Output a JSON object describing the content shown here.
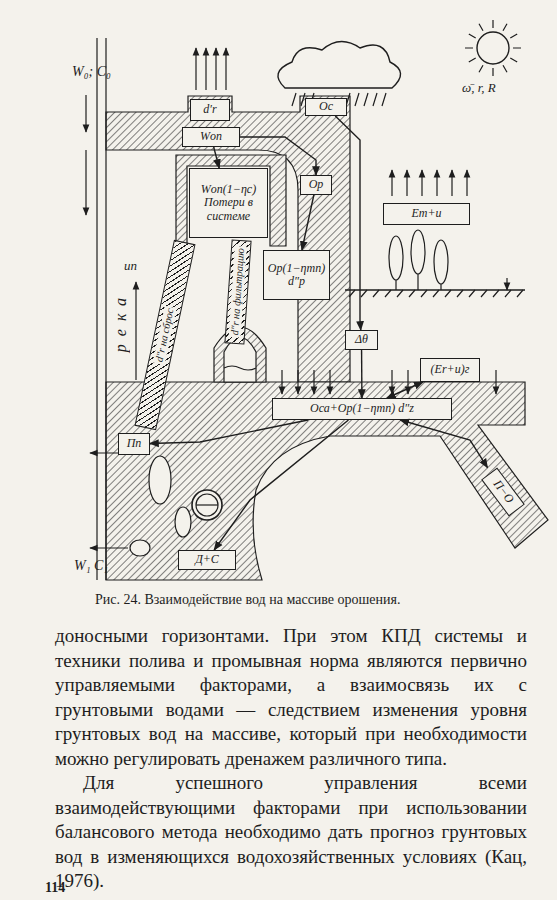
{
  "diagram": {
    "caption": "Рис. 24. Взаимодействие вод на массиве орошения.",
    "nodes": [
      {
        "text": [
          "d′r"
        ]
      },
      {
        "text": [
          "Oс"
        ]
      },
      {
        "text": [
          "Wоп"
        ]
      },
      {
        "text": [
          "Wоп(1−ηс)",
          "Потери в системе"
        ]
      },
      {
        "text": [
          "Oр"
        ]
      },
      {
        "text": [
          "Em+u"
        ]
      },
      {
        "text": [
          "d″r на сброс"
        ]
      },
      {
        "text": [
          "d″r на фильтрацию"
        ]
      },
      {
        "text": [
          "Oр(1−ηтп) d″р"
        ]
      },
      {
        "text": [
          "Δθ"
        ]
      },
      {
        "text": [
          "(Er+u)г"
        ]
      },
      {
        "text": [
          "Oса+Oр(1−ηтп) d″z"
        ]
      },
      {
        "text": [
          "Пп"
        ]
      },
      {
        "text": [
          "П−О"
        ]
      },
      {
        "text": [
          "Д+С"
        ]
      }
    ],
    "edges": [
      {
        "from": 2,
        "to": 3,
        "arrow": "to"
      },
      {
        "from": 2,
        "to": 4,
        "arrow": "to"
      },
      {
        "from": 4,
        "to": 8,
        "arrow": "to"
      },
      {
        "from": 1,
        "to": 9,
        "arrow": "to"
      },
      {
        "from": 9,
        "to": 11,
        "arrow": "to"
      },
      {
        "from": 10,
        "to": 11,
        "arrow": "both"
      },
      {
        "from": 11,
        "to": 12,
        "arrow": "to"
      },
      {
        "from": 11,
        "to": 13,
        "arrow": "both"
      },
      {
        "from": 11,
        "to": 14,
        "arrow": "to"
      }
    ],
    "labels": [
      "W₀; C₀",
      "ω̄, r, R",
      "uп",
      "река",
      "W₁ C₁",
      "доносными горизонтами. При этом КПД системы и техники полива и промывная норма являются первично управляемыми факторами, а взаимосвязь их с грунтовыми водами — следствием изменения уровня грунтовых вод на массиве, который при необходимости можно регулировать дренажем различного типа.",
      "Для успешного управления всеми взаимодействующими факторами при использовании балансового метода необходимо дать прогноз грунтовых вод в изменяющихся водохозяйственных условиях (Кац, 1976).",
      "114"
    ]
  }
}
